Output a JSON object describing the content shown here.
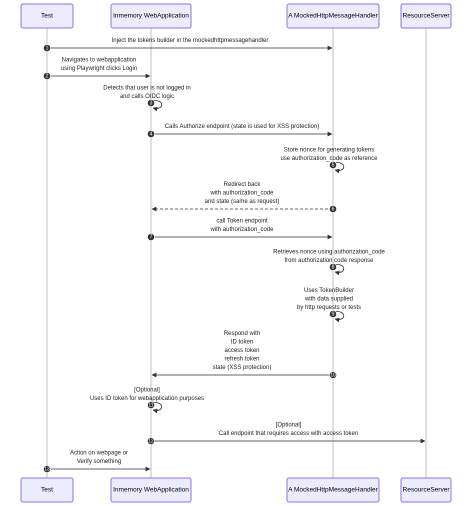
{
  "participants": [
    {
      "id": "test",
      "label": "Test"
    },
    {
      "id": "app",
      "label": "Inmemory WebApplication"
    },
    {
      "id": "handler",
      "label": "A MockedHttpMessageHandler"
    },
    {
      "id": "resource",
      "label": "ResourceServer"
    }
  ],
  "messages": [
    {
      "num": "1",
      "from": "test",
      "to": "handler",
      "dashed": false,
      "lines": [
        "Inject the tokens builder in the mockedhttpmessagehandler"
      ]
    },
    {
      "num": "2",
      "from": "test",
      "to": "app",
      "dashed": false,
      "lines": [
        "Navigates to webapplication",
        "using Playwright clicks Login"
      ]
    },
    {
      "num": "3",
      "from": "app",
      "to": "app",
      "dashed": false,
      "lines": [
        "Detects that user is not logged in",
        "and calls OIDC logic"
      ]
    },
    {
      "num": "4",
      "from": "app",
      "to": "handler",
      "dashed": false,
      "lines": [
        "Calls Authorize endpoint (state is used for XSS protection)"
      ]
    },
    {
      "num": "5",
      "from": "handler",
      "to": "handler",
      "dashed": false,
      "lines": [
        "Store nonce for generating tokens",
        "use authorization_code as reference"
      ]
    },
    {
      "num": "6",
      "from": "handler",
      "to": "app",
      "dashed": true,
      "lines": [
        "Redirect back",
        "with authorization_code",
        "and state (same as request)"
      ]
    },
    {
      "num": "7",
      "from": "app",
      "to": "handler",
      "dashed": false,
      "lines": [
        "call Token endpoint",
        "with authorization_code"
      ]
    },
    {
      "num": "8",
      "from": "handler",
      "to": "handler",
      "dashed": false,
      "lines": [
        "Retrieves nonce using authorization_code",
        "from authorization code response"
      ]
    },
    {
      "num": "9",
      "from": "handler",
      "to": "handler",
      "dashed": false,
      "lines": [
        "Uses TokenBuilder",
        "with data supplied",
        "by http requests or tests"
      ]
    },
    {
      "num": "10",
      "from": "handler",
      "to": "app",
      "dashed": false,
      "lines": [
        "Respond with",
        "ID token",
        "access token",
        "refresh token",
        "state (XSS protection)"
      ]
    },
    {
      "num": "11",
      "from": "app",
      "to": "app",
      "dashed": false,
      "lines": [
        "[Optional]",
        "Uses ID token for webapplication purposes"
      ]
    },
    {
      "num": "12",
      "from": "app",
      "to": "resource",
      "dashed": false,
      "lines": [
        "[Optional]",
        "Call endpoint that requires access with access token"
      ]
    },
    {
      "num": "13",
      "from": "test",
      "to": "app",
      "dashed": false,
      "lines": [
        "Action on webpage or",
        "Verify something"
      ]
    }
  ]
}
